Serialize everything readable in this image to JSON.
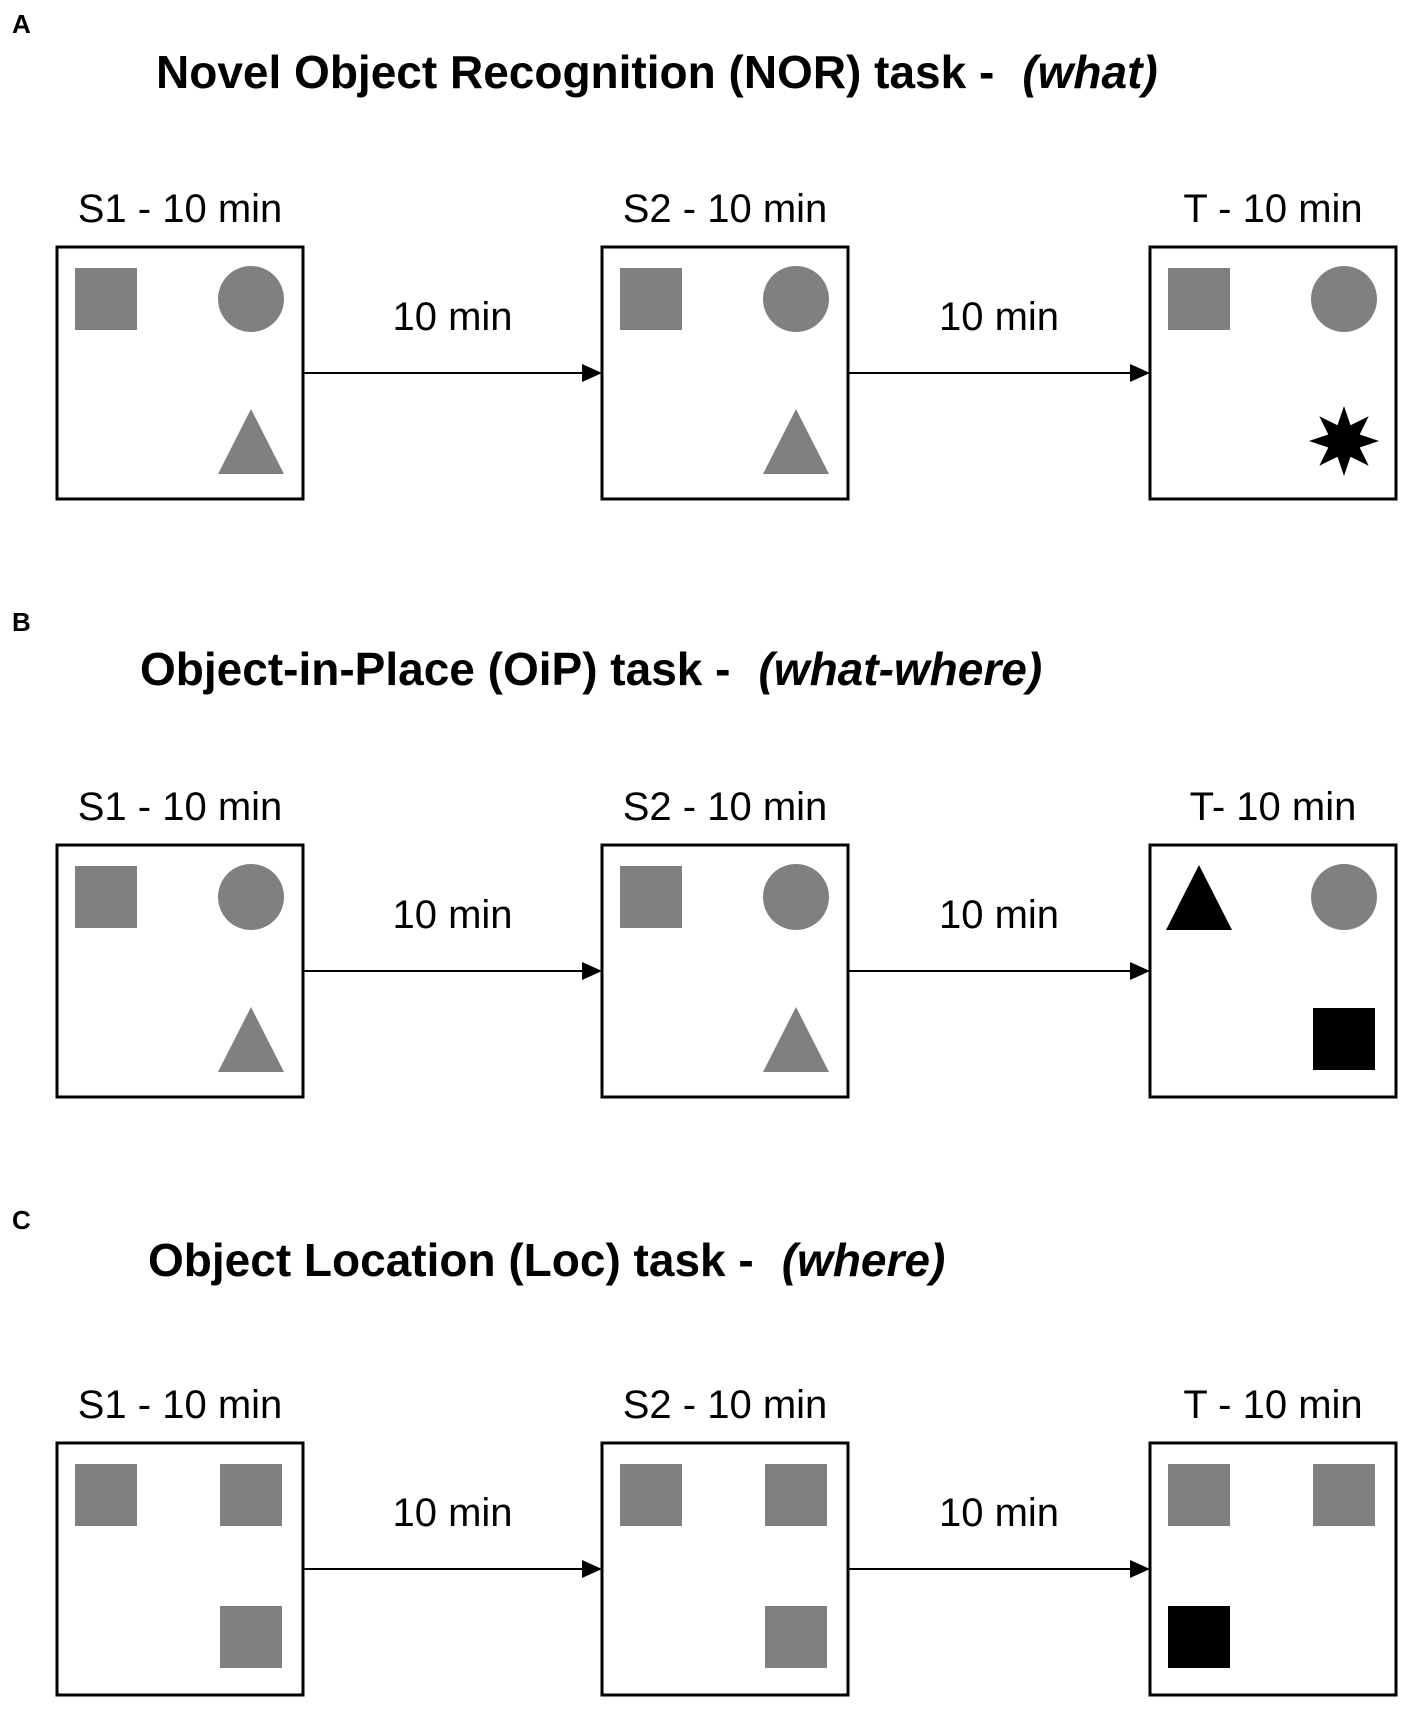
{
  "colors": {
    "familiar": "#808080",
    "novel": "#000000",
    "box_stroke": "#000000",
    "background": "#ffffff"
  },
  "panels": [
    {
      "letter": "A",
      "title": "Novel Object Recognition (NOR) task -",
      "title_tag": "(what)",
      "delays": [
        "10 min",
        "10 min"
      ],
      "stages": [
        {
          "label": "S1 - 10 min",
          "objects": [
            {
              "shape": "square",
              "slot": "top-left",
              "status": "familiar"
            },
            {
              "shape": "circle",
              "slot": "top-right",
              "status": "familiar"
            },
            {
              "shape": "triangle",
              "slot": "bottom-right",
              "status": "familiar"
            }
          ]
        },
        {
          "label": "S2 - 10 min",
          "objects": [
            {
              "shape": "square",
              "slot": "top-left",
              "status": "familiar"
            },
            {
              "shape": "circle",
              "slot": "top-right",
              "status": "familiar"
            },
            {
              "shape": "triangle",
              "slot": "bottom-right",
              "status": "familiar"
            }
          ]
        },
        {
          "label": "T - 10 min",
          "objects": [
            {
              "shape": "square",
              "slot": "top-left",
              "status": "familiar"
            },
            {
              "shape": "circle",
              "slot": "top-right",
              "status": "familiar"
            },
            {
              "shape": "star",
              "slot": "bottom-right",
              "status": "novel"
            }
          ]
        }
      ]
    },
    {
      "letter": "B",
      "title": "Object-in-Place (OiP) task -",
      "title_tag": "(what-where)",
      "delays": [
        "10 min",
        "10 min"
      ],
      "stages": [
        {
          "label": "S1 - 10 min",
          "objects": [
            {
              "shape": "square",
              "slot": "top-left",
              "status": "familiar"
            },
            {
              "shape": "circle",
              "slot": "top-right",
              "status": "familiar"
            },
            {
              "shape": "triangle",
              "slot": "bottom-right",
              "status": "familiar"
            }
          ]
        },
        {
          "label": "S2 - 10 min",
          "objects": [
            {
              "shape": "square",
              "slot": "top-left",
              "status": "familiar"
            },
            {
              "shape": "circle",
              "slot": "top-right",
              "status": "familiar"
            },
            {
              "shape": "triangle",
              "slot": "bottom-right",
              "status": "familiar"
            }
          ]
        },
        {
          "label": "T- 10 min",
          "objects": [
            {
              "shape": "triangle",
              "slot": "top-left",
              "status": "novel"
            },
            {
              "shape": "circle",
              "slot": "top-right",
              "status": "familiar"
            },
            {
              "shape": "square",
              "slot": "bottom-right",
              "status": "novel"
            }
          ]
        }
      ]
    },
    {
      "letter": "C",
      "title": "Object Location (Loc) task -",
      "title_tag": "(where)",
      "delays": [
        "10 min",
        "10 min"
      ],
      "stages": [
        {
          "label": "S1 - 10 min",
          "objects": [
            {
              "shape": "square",
              "slot": "top-left",
              "status": "familiar"
            },
            {
              "shape": "square",
              "slot": "top-right",
              "status": "familiar"
            },
            {
              "shape": "square",
              "slot": "bottom-right",
              "status": "familiar"
            }
          ]
        },
        {
          "label": "S2 - 10 min",
          "objects": [
            {
              "shape": "square",
              "slot": "top-left",
              "status": "familiar"
            },
            {
              "shape": "square",
              "slot": "top-right",
              "status": "familiar"
            },
            {
              "shape": "square",
              "slot": "bottom-right",
              "status": "familiar"
            }
          ]
        },
        {
          "label": "T - 10 min",
          "objects": [
            {
              "shape": "square",
              "slot": "top-left",
              "status": "familiar"
            },
            {
              "shape": "square",
              "slot": "top-right",
              "status": "familiar"
            },
            {
              "shape": "square",
              "slot": "bottom-left",
              "status": "novel"
            }
          ]
        }
      ]
    }
  ]
}
